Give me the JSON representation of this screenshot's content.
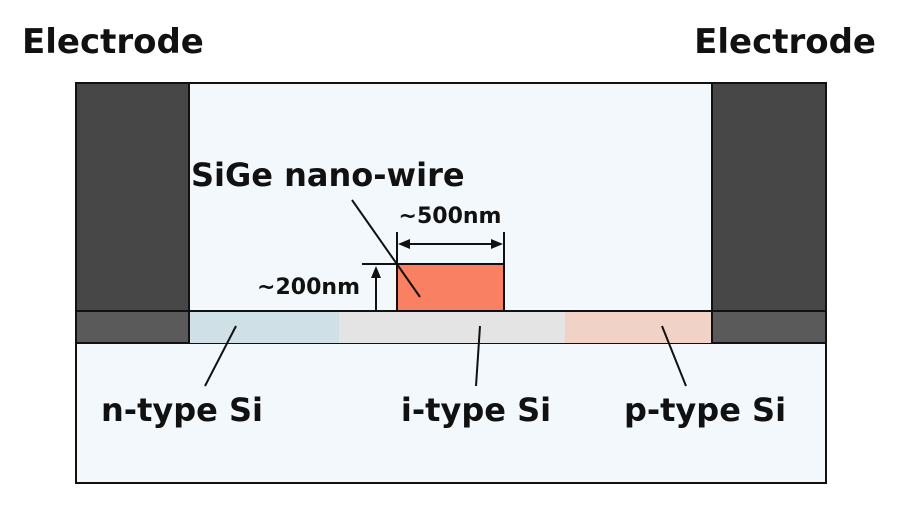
{
  "labels": {
    "electrode_left": "Electrode",
    "electrode_right": "Electrode",
    "nanowire": "SiGe nano-wire",
    "width_dim": "~500nm",
    "height_dim": "~200nm",
    "n_region": "n-type Si",
    "i_region": "i-type Si",
    "p_region": "p-type Si"
  },
  "colors": {
    "electrode": "#474747",
    "chamber": "#f2f8fb",
    "substrate": "#f2f8fb",
    "n_type": "#cfe0e6",
    "i_type": "#e4e4e4",
    "p_type": "#f0d2c6",
    "nanowire": "#fa8064",
    "outline": "#111111"
  }
}
